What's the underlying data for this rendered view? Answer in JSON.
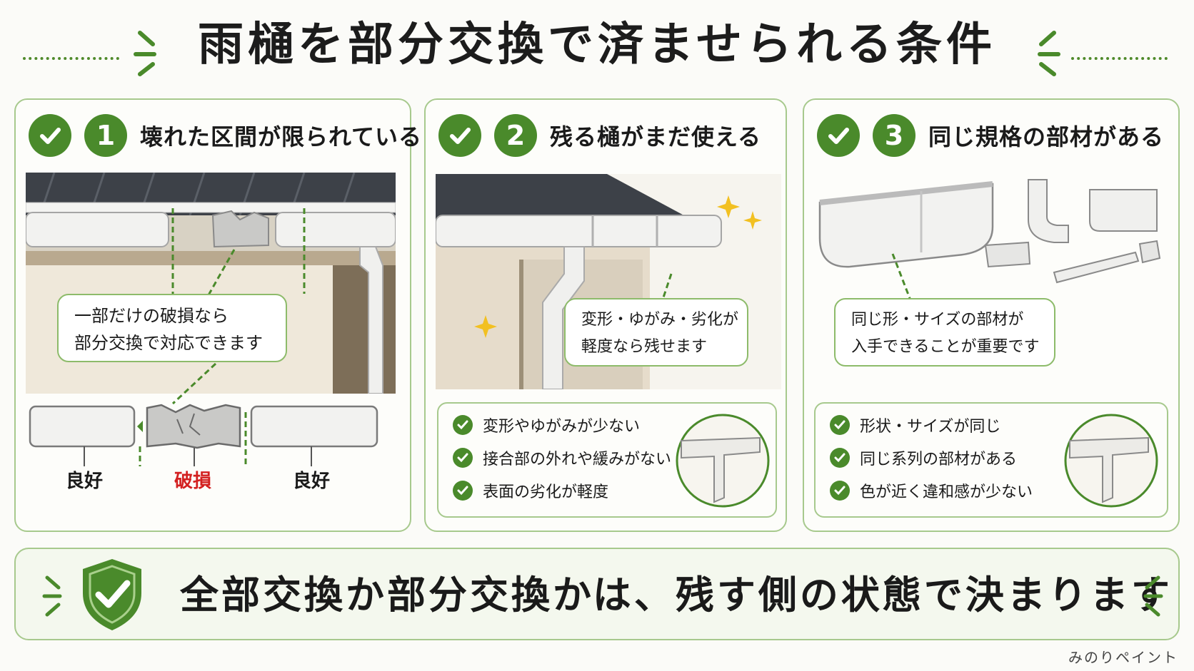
{
  "header": {
    "title": "雨樋を部分交換で済ませられる条件"
  },
  "colors": {
    "accent": "#4a8a2b",
    "border": "#a7c98d",
    "damage": "#d32020"
  },
  "cards": [
    {
      "number": "1",
      "title": "壊れた区間が限られている",
      "bubble_line1": "一部だけの破損なら",
      "bubble_line2": "部分交換で対応できます",
      "labels": {
        "left": "良好",
        "middle": "破損",
        "right": "良好"
      }
    },
    {
      "number": "2",
      "title": "残る樋がまだ使える",
      "bubble_line1": "変形・ゆがみ・劣化が",
      "bubble_line2": "軽度なら残せます",
      "checks": [
        "変形やゆがみが少ない",
        "接合部の外れや緩みがない",
        "表面の劣化が軽度"
      ]
    },
    {
      "number": "3",
      "title": "同じ規格の部材がある",
      "bubble_line1": "同じ形・サイズの部材が",
      "bubble_line2": "入手できることが重要です",
      "checks": [
        "形状・サイズが同じ",
        "同じ系列の部材がある",
        "色が近く違和感が少ない"
      ]
    }
  ],
  "banner": {
    "text": "全部交換か部分交換かは、残す側の状態で決まります"
  },
  "brand": "みのりペイント"
}
